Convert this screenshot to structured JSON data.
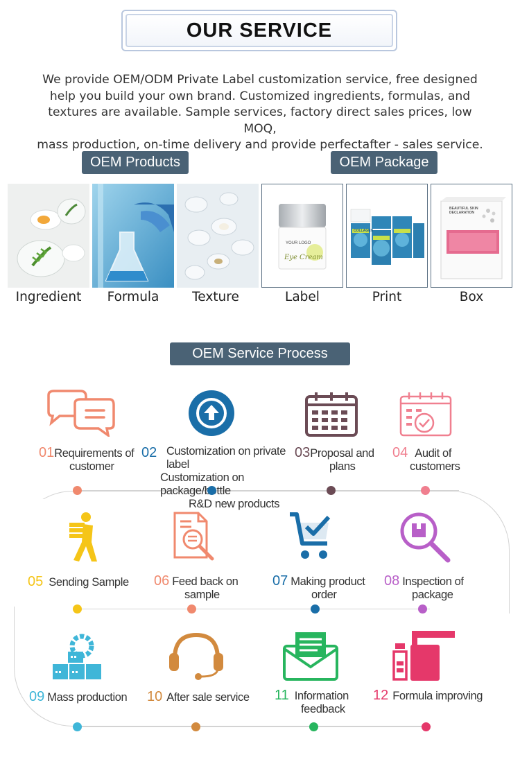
{
  "header": {
    "title": "OUR SERVICE",
    "intro_lines": [
      "We provide OEM/ODM Private Label customization service, free designed",
      "help you build your own brand. Customized ingredients, formulas, and",
      "textures are available. Sample services, factory direct sales prices, low MOQ,",
      "mass production, on-time delivery and provide perfectafter - sales service."
    ]
  },
  "products": {
    "heading": "OEM Products",
    "items": [
      "Ingredient",
      "Formula",
      "Texture"
    ]
  },
  "package": {
    "heading": "OEM Package",
    "items": [
      "Label",
      "Print",
      "Box"
    ],
    "jar_logo": "YOUR LOGO",
    "jar_text": "Eye Cream",
    "print_text": "COLLAGEN",
    "box_title": "BEAUTIFUL SKIN DECLARATION"
  },
  "process": {
    "heading": "OEM Service Process",
    "steps": [
      {
        "num": "01",
        "lines": [
          "Requirements of",
          "customer"
        ],
        "color": "#f0896e"
      },
      {
        "num": "02",
        "lines": [
          "Customization on private label",
          "Customization on package/bottle",
          "R&D new products"
        ],
        "color": "#1a6ea8"
      },
      {
        "num": "03",
        "lines": [
          "Proposal and",
          "plans"
        ],
        "color": "#6b4b55"
      },
      {
        "num": "04",
        "lines": [
          "Audit of",
          "customers"
        ],
        "color": "#f07f8f"
      },
      {
        "num": "05",
        "lines": [
          "Sending Sample"
        ],
        "color": "#f5c518"
      },
      {
        "num": "06",
        "lines": [
          "Feed back on",
          "sample"
        ],
        "color": "#f0896e"
      },
      {
        "num": "07",
        "lines": [
          "Making product",
          "order"
        ],
        "color": "#1a6ea8"
      },
      {
        "num": "08",
        "lines": [
          "Inspection of",
          "package"
        ],
        "color": "#b85fc8"
      },
      {
        "num": "09",
        "lines": [
          "Mass production"
        ],
        "color": "#3fb6d8"
      },
      {
        "num": "10",
        "lines": [
          "After sale service"
        ],
        "color": "#d28a3e"
      },
      {
        "num": "11",
        "lines": [
          "Information",
          "feedback"
        ],
        "color": "#27b55e"
      },
      {
        "num": "12",
        "lines": [
          "Formula improving"
        ],
        "color": "#e5386a"
      }
    ]
  }
}
